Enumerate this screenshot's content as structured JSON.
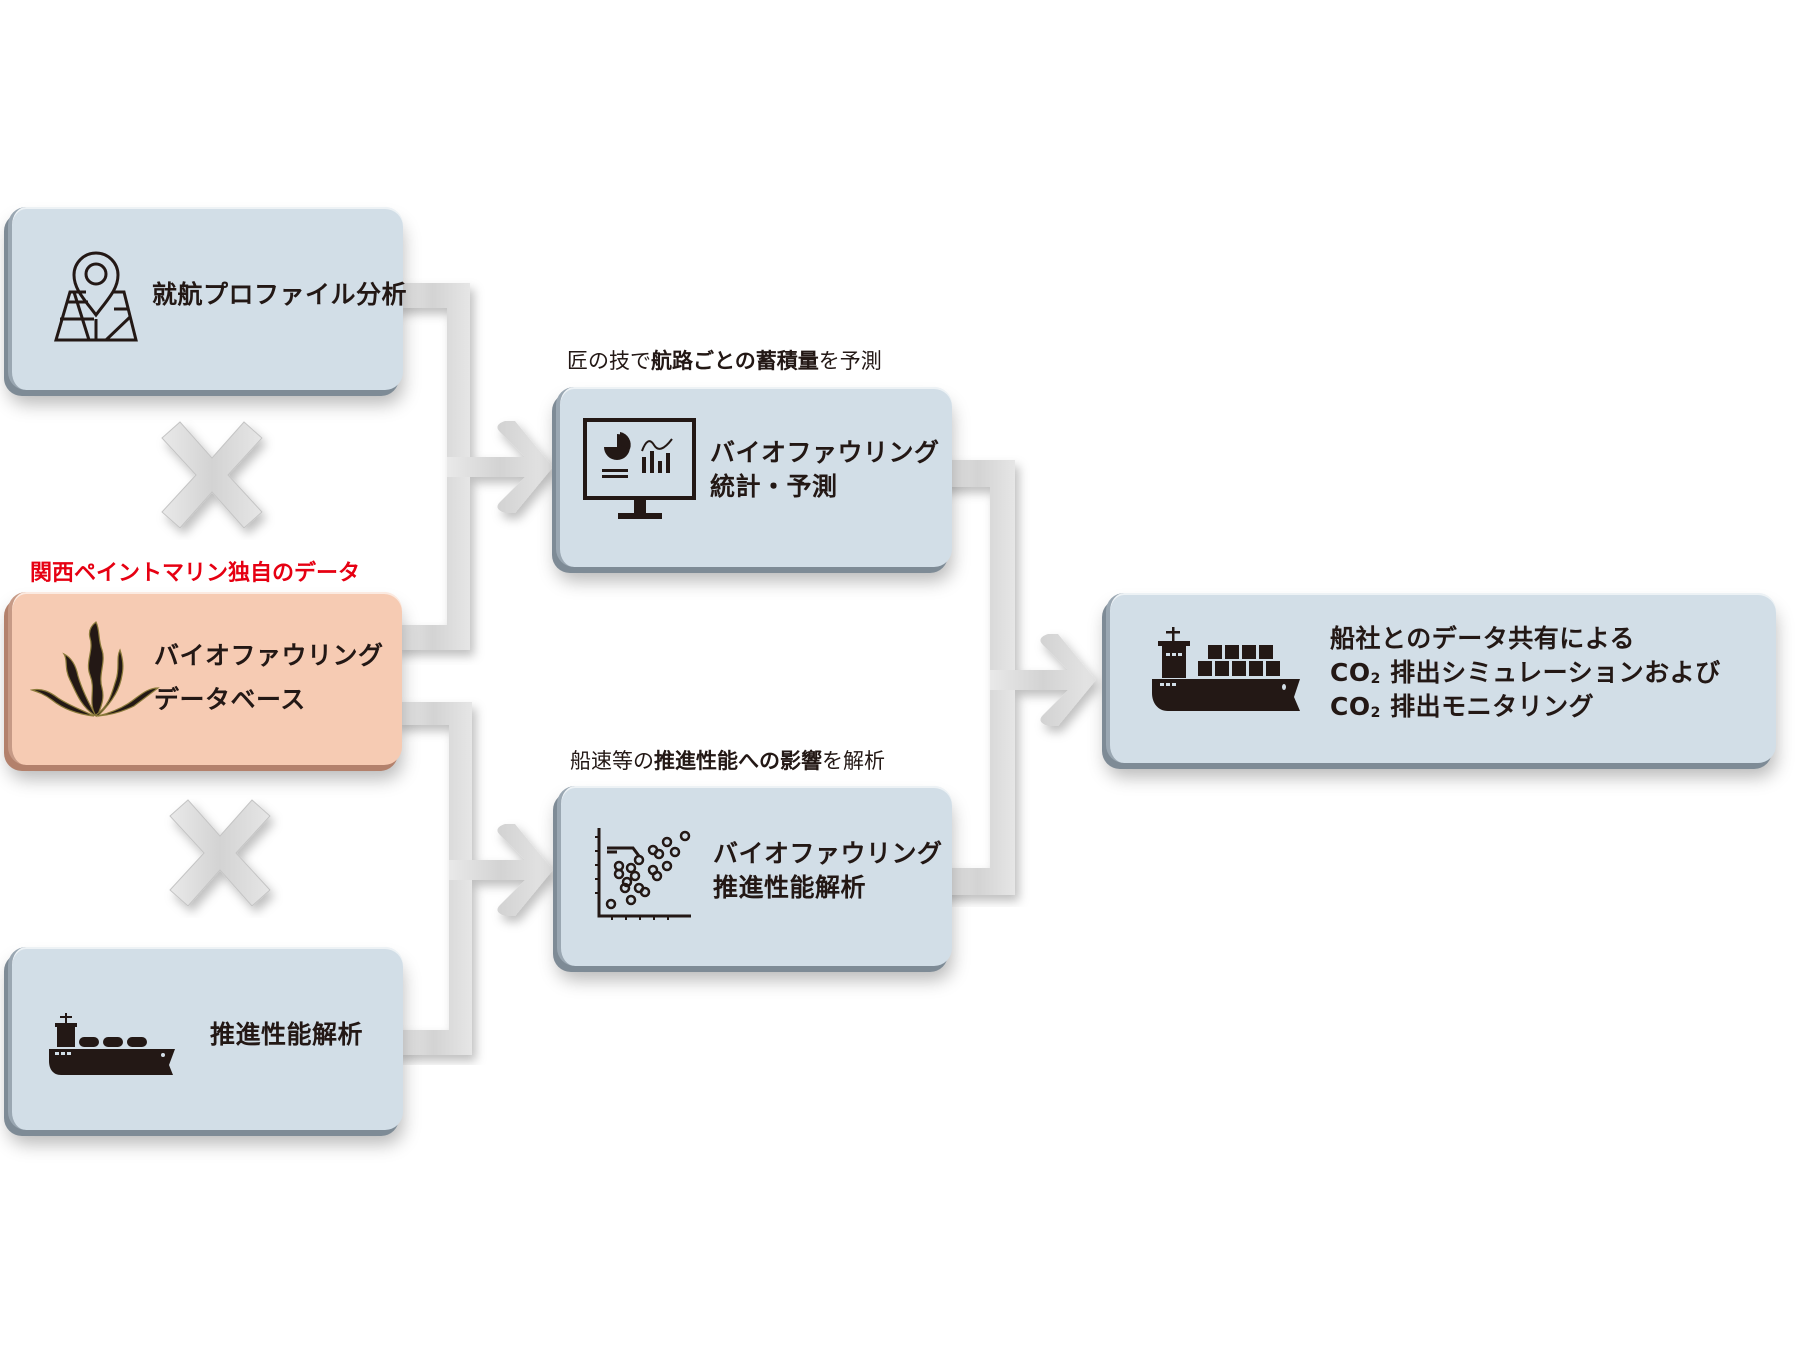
{
  "diagram": {
    "inputs": [
      {
        "id": "voyage-profile",
        "label": "就航プロファイル分析",
        "icon": "map-pin-icon"
      },
      {
        "id": "biofouling-db",
        "heading": "関西ペイントマリン独自のデータ",
        "label_line1": "バイオファウリング",
        "label_line2": "データベース",
        "icon": "seaweed-icon"
      },
      {
        "id": "propulsion",
        "label": "推進性能解析",
        "icon": "ship-icon"
      }
    ],
    "operator": "×",
    "middle": [
      {
        "id": "stats",
        "caption_pre": "匠の技で",
        "caption_bold": "航路ごとの蓄積量",
        "caption_post": "を予測",
        "label_line1": "バイオファウリング",
        "label_line2": "統計・予測",
        "icon": "monitor-chart-icon"
      },
      {
        "id": "perf",
        "caption_pre": "船速等の",
        "caption_bold": "推進性能への影響",
        "caption_post": "を解析",
        "label_line1": "バイオファウリング",
        "label_line2": "推進性能解析",
        "icon": "scatter-plot-icon"
      }
    ],
    "output": {
      "line1": "船社とのデータ共有による",
      "line2_pre": "CO",
      "line2_sub": "2",
      "line2_post": " 排出シミュレーションおよび",
      "line3_pre": "CO",
      "line3_sub": "2",
      "line3_post": " 排出モニタリング",
      "icon": "container-ship-icon"
    },
    "colors": {
      "box": "#d2dee7",
      "highlight_box": "#f6cbb3",
      "accent_text": "#e60012",
      "connector": "#dcdcdc",
      "ink": "#231815"
    }
  }
}
